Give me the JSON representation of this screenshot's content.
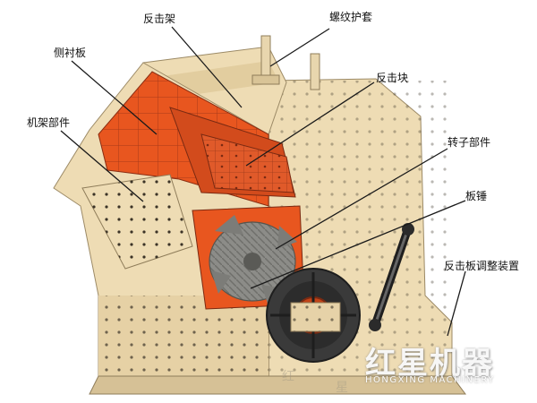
{
  "labels": {
    "impact_rack": "反击架",
    "screw_sleeve": "螺纹护套",
    "side_liner": "侧衬板",
    "impact_block": "反击块",
    "frame_parts": "机架部件",
    "rotor_parts": "转子部件",
    "blow_bar": "板锤",
    "impact_plate_adjuster": "反击板调整装置"
  },
  "watermark": {
    "brand": "红星机器",
    "brand_pinyin": "HONGXING MACHINERY",
    "faint_char_1": "红",
    "faint_char_2": "星"
  },
  "colors": {
    "body": "#eedcb4",
    "body_shadow": "#d6c196",
    "liner": "#e8561f",
    "liner_dark": "#c9441a",
    "rotor": "#9a9a96",
    "flywheel": "#3a3a3a",
    "leader": "#1a1a1a"
  },
  "icons": {
    "flywheel": "flywheel-icon"
  }
}
